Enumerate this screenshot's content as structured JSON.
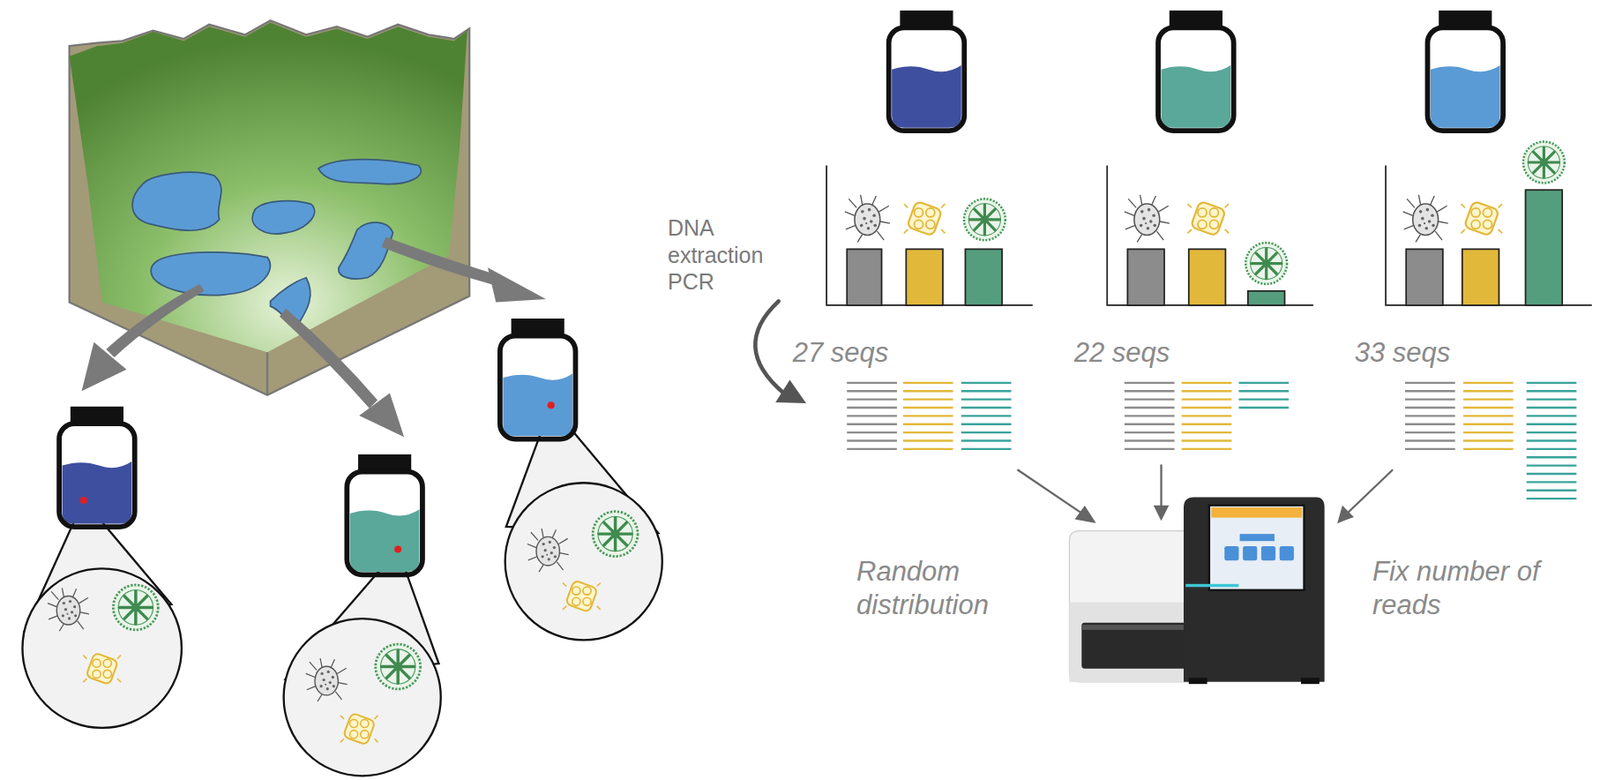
{
  "diagram": {
    "labels": [
      "DNA extraction PCR",
      "27 seqs",
      "22 seqs",
      "33 seqs",
      "Random distribution",
      "Fix number of reads"
    ]
  }
}
